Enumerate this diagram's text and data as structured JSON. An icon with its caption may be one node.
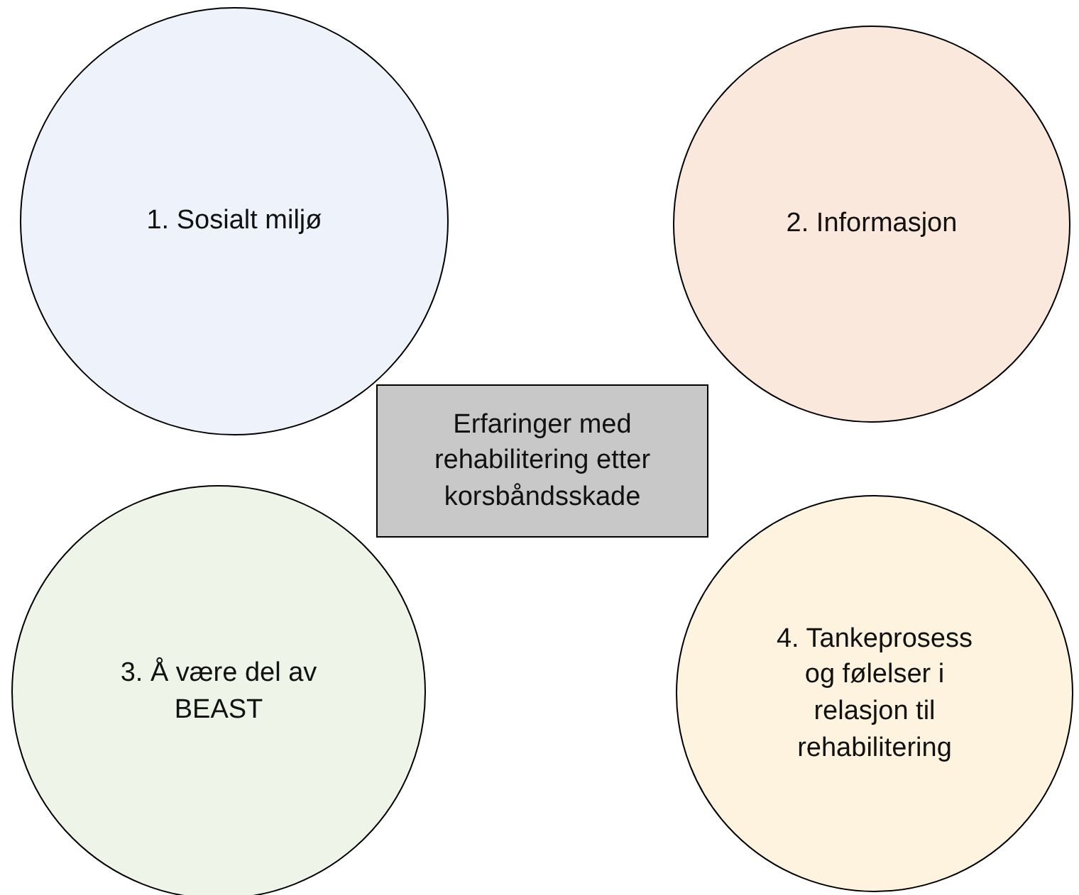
{
  "diagram": {
    "nodes": [
      {
        "text": [
          "1. Sosialt miljø"
        ]
      },
      {
        "text": [
          "2. Informasjon"
        ]
      },
      {
        "text": [
          "Erfaringer med rehabilitering etter korsbåndsskade"
        ]
      },
      {
        "text": [
          "3. Å være del av BEAST"
        ]
      },
      {
        "text": [
          "4. Tankeprosess og følelser i relasjon til rehabilitering"
        ]
      }
    ],
    "edges": []
  }
}
